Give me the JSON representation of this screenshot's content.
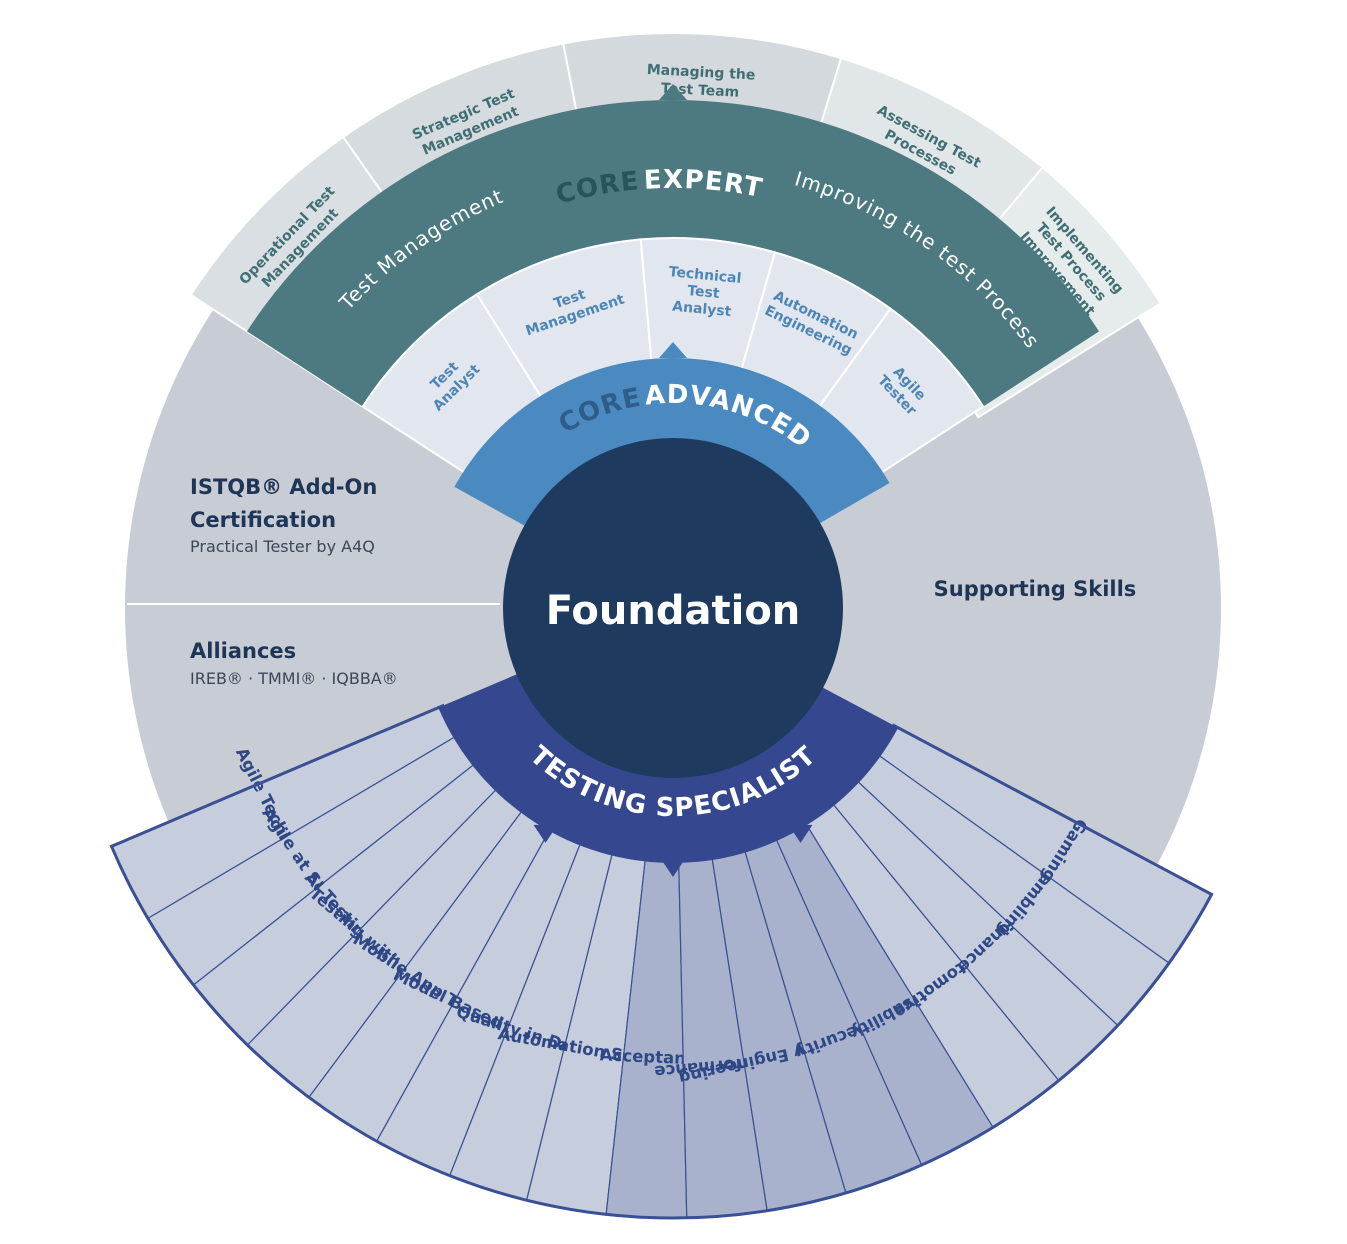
{
  "center": {
    "label": "Foundation"
  },
  "core_expert": {
    "title_dark": "CORE",
    "title_light": "EXPERT",
    "bands": [
      "Test Management",
      "Improving the test Process"
    ],
    "modules": [
      "Operational Test Management",
      "Strategic Test Management",
      "Managing the Test Team",
      "Assessing Test Processes",
      "Implementing Test Process Improvement"
    ]
  },
  "core_advanced": {
    "title_dark": "CORE",
    "title_light": "ADVANCED",
    "modules": [
      "Test Analyst",
      "Test Management",
      "Technical Test Analyst",
      "Automation Engineering",
      "Agile Tester"
    ]
  },
  "testing_specialist": {
    "title": "TESTING SPECIALIST",
    "modules": [
      "Agile Technical",
      "Agile at Scale",
      "AI Testing",
      "Testing with GEN AI",
      "Mobile App Testing",
      "Model Based Testing",
      "Quality in DevOps",
      "Automation Strategy",
      "Acceptance",
      "Performance",
      "Security Engineering",
      "Security",
      "Usability",
      "Automotive",
      "Finance",
      "Gambling",
      "Gaming"
    ]
  },
  "left_panel": {
    "addon_heading_line1": "ISTQB® Add-On",
    "addon_heading_line2": "Certification",
    "addon_sub": "Practical Tester by A4Q",
    "alliances_heading": "Alliances",
    "alliances_sub": "IREB® · TMMI® · IQBBA®"
  },
  "right_panel": {
    "label": "Supporting Skills"
  },
  "colors": {
    "outer_grey": "#c8ccd5",
    "expert_band": "#4c7a80",
    "expert_module": "#d9dfe2",
    "advanced_band": "#4a8ac0",
    "advanced_module": "#e2e7ef",
    "foundation": "#1f3a5f",
    "specialist_band": "#35488f",
    "specialist_light": "#c6cedd",
    "specialist_dark": "#a8b2cd"
  }
}
